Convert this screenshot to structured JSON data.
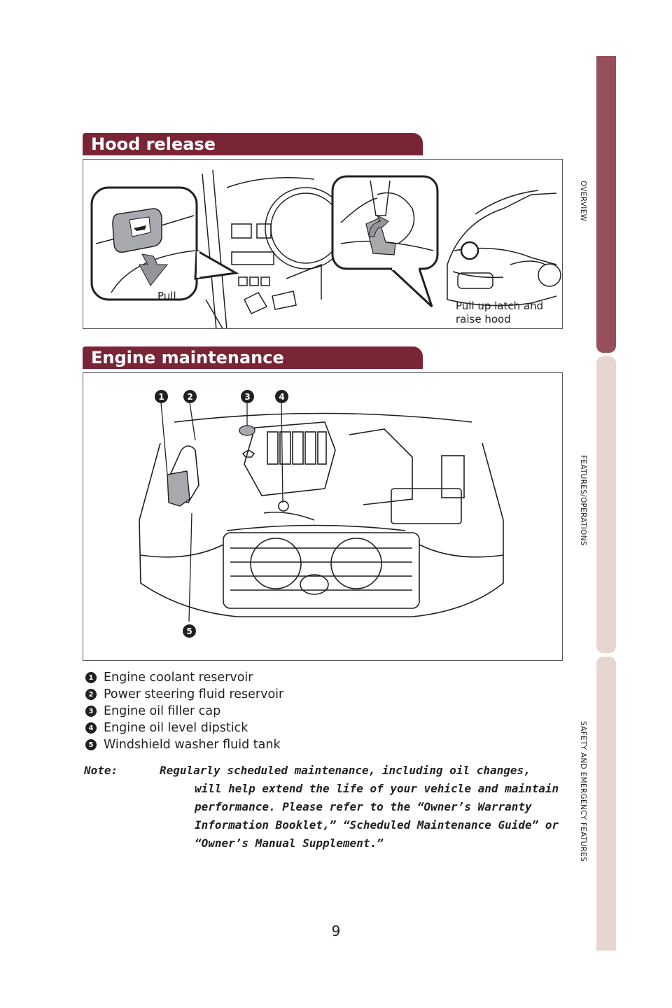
{
  "hood_release": {
    "title": "Hood release",
    "pull_label": "Pull",
    "latch_label_line1": "Pull up latch and",
    "latch_label_line2": "raise hood"
  },
  "engine_maintenance": {
    "title": "Engine maintenance",
    "callouts": [
      "1",
      "2",
      "3",
      "4",
      "5"
    ],
    "items": [
      {
        "num": "1",
        "label": "Engine coolant reservoir"
      },
      {
        "num": "2",
        "label": "Power steering fluid reservoir"
      },
      {
        "num": "3",
        "label": "Engine oil filler cap"
      },
      {
        "num": "4",
        "label": "Engine oil level dipstick"
      },
      {
        "num": "5",
        "label": "Windshield washer fluid tank"
      }
    ]
  },
  "note": {
    "prefix": "Note:",
    "text": "Regularly scheduled maintenance, including oil changes, will help extend the life of your vehicle and maintain performance. Please refer to the “Owner’s Warranty Information Booklet,” “Scheduled Maintenance Guide” or “Owner’s Manual Supplement.”"
  },
  "page_number": "9",
  "side_tabs": [
    {
      "label": "OVERVIEW",
      "color": "#97505a"
    },
    {
      "label": "FEATURES/OPERATIONS",
      "color": "#e7d5d1"
    },
    {
      "label": "SAFETY AND EMERGENCY FEATURES",
      "color": "#e7d5d1"
    }
  ]
}
